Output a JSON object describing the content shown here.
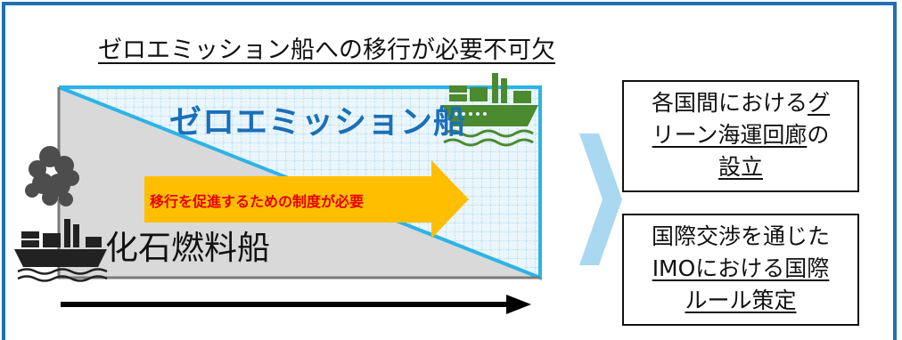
{
  "title": "ゼロエミッション船への移行が必要不可欠",
  "zero_emission_label": "ゼロエミッション船",
  "fossil_label": "化石燃料船",
  "promotion_label": "移行を促進するための制度が必要",
  "box_green_corridor": {
    "line1": "各国間における",
    "line1_underlined": "グ",
    "line2_underlined": "リーン海運回廊",
    "line2": "の",
    "line3_underlined": "設立"
  },
  "box_imo": {
    "line1": "国際交渉を通じた",
    "line2_underlined": "IMOにおける国際",
    "line3_underlined": "ルール策定"
  },
  "colors": {
    "frame": "#1f6fb6",
    "zero_emission_text": "#1a6fb8",
    "ship_green": "#4b8a2e",
    "ship_dark": "#222222",
    "fossil_area": "#d9d9d9",
    "grid_area": "#e9f4fb",
    "triangle_outline": "#2db3e6",
    "promotion_arrow": "#ffbf00",
    "promotion_text": "#e60000",
    "big_arrow": "#a9d8f0"
  },
  "icons": [
    "smoke-cloud-icon",
    "fossil-ship-icon",
    "green-ship-icon",
    "waves-icon",
    "time-arrow-icon"
  ]
}
